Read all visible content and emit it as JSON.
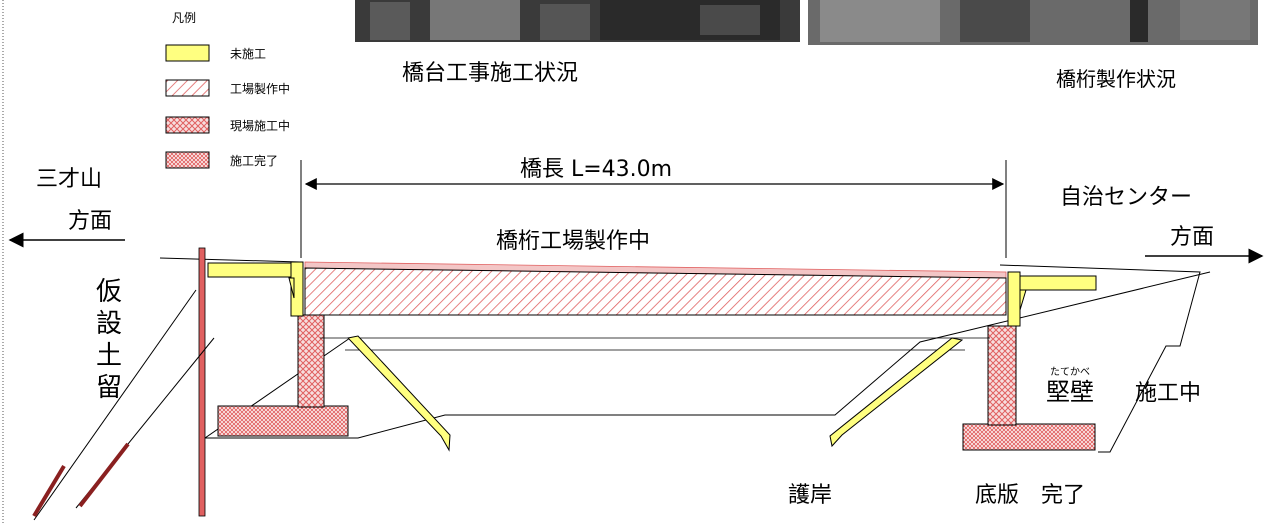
{
  "legend": {
    "title": "凡例",
    "items": [
      {
        "key": "not-started",
        "label": "未施工",
        "color": "#ffff80"
      },
      {
        "key": "factory",
        "label": "工場製作中",
        "color": "#e06060"
      },
      {
        "key": "onsite",
        "label": "現場施工中",
        "color": "#e06060"
      },
      {
        "key": "complete",
        "label": "施工完了",
        "color": "#e06060"
      }
    ]
  },
  "photos": {
    "left_caption": "橋台工事施工状況",
    "right_caption": "橋桁製作状況"
  },
  "labels": {
    "bridge_length": "橋長 L=43.0m",
    "girder_status": "橋桁工場製作中",
    "left_direction_line1": "三才山",
    "left_direction_line2": "方面",
    "right_direction_line1": "自治センター",
    "right_direction_line2": "方面",
    "temp_retaining_1": "仮",
    "temp_retaining_2": "設",
    "temp_retaining_3": "土",
    "temp_retaining_4": "留",
    "wall_ruby": "たてかべ",
    "wall_name": "堅壁",
    "wall_status": "施工中",
    "revetment": "護岸",
    "slab_status": "底版　完了"
  },
  "colors": {
    "yellow": "#ffff80",
    "red": "#e06060",
    "outline": "#000000",
    "photo_dark": "#3a3a3a",
    "photo_mid": "#6a6a6a"
  }
}
